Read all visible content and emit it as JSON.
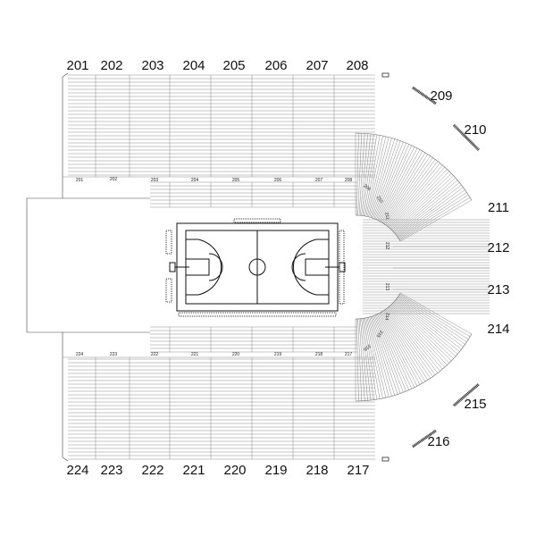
{
  "sections_top": [
    "201",
    "202",
    "203",
    "204",
    "205",
    "206",
    "207",
    "208"
  ],
  "sections_right": [
    "209",
    "210",
    "211",
    "212",
    "213",
    "214",
    "215",
    "216"
  ],
  "sections_bottom": [
    "224",
    "223",
    "222",
    "221",
    "220",
    "219",
    "218",
    "217"
  ],
  "inner_top": [
    "201",
    "202",
    "203",
    "204",
    "205",
    "206",
    "207",
    "208"
  ],
  "inner_corner_top": [
    "209",
    "210",
    "211"
  ],
  "inner_right": [
    "212",
    "213"
  ],
  "inner_corner_bottom": [
    "214",
    "215",
    "216"
  ],
  "inner_bottom": [
    "224",
    "223",
    "222",
    "221",
    "220",
    "219",
    "218",
    "217"
  ],
  "colors": {
    "line": "#8a8a8a",
    "text": "#111111",
    "court": "#111111"
  }
}
